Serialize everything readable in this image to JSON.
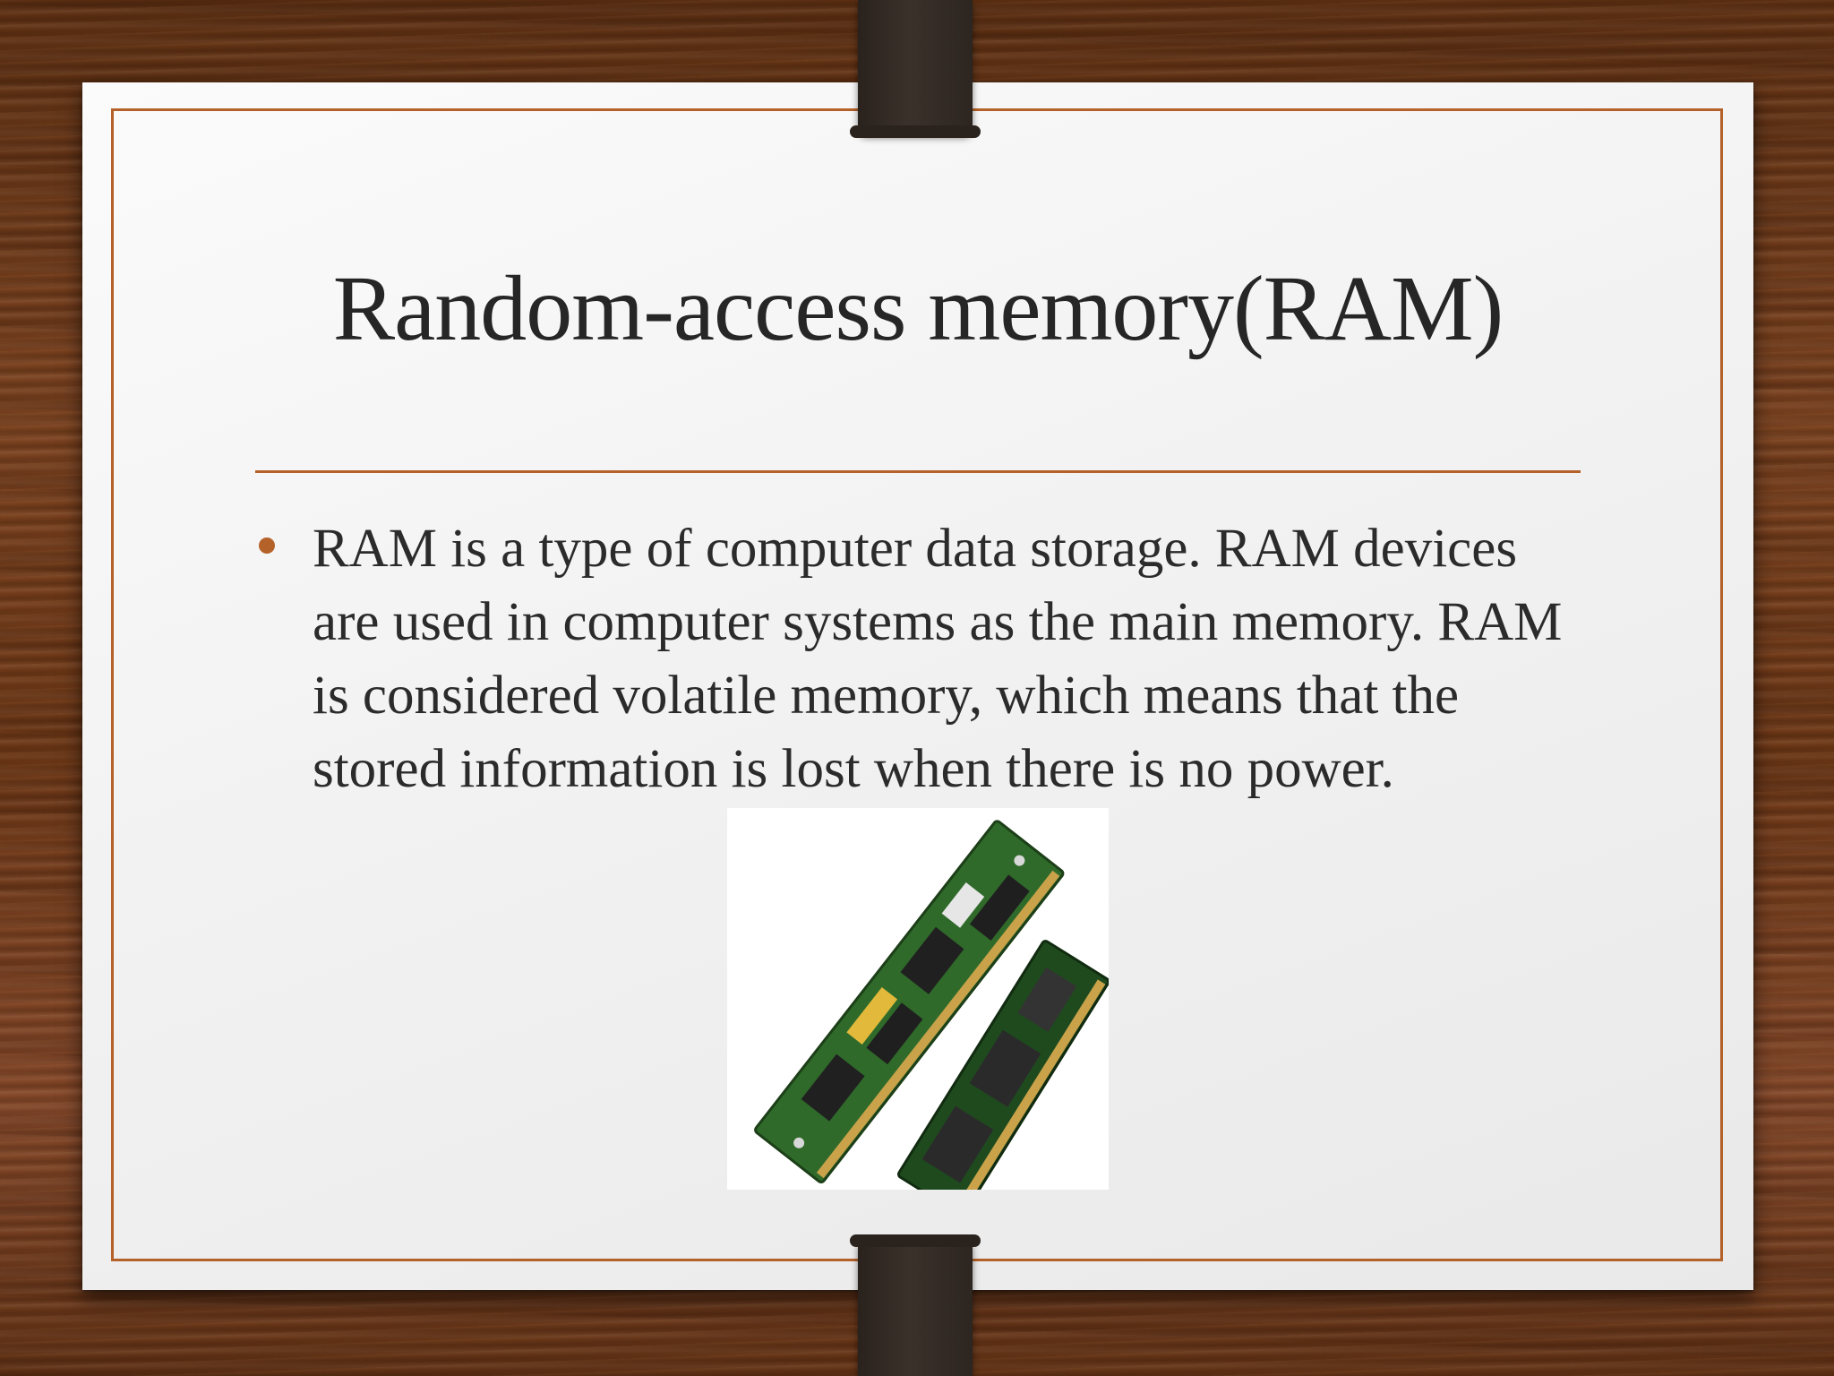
{
  "slide": {
    "title": "Random-access memory(RAM)",
    "bullets": [
      "RAM is a type of computer data storage. RAM devices are used in computer systems as the main memory. RAM is considered volatile memory, which means that the stored information is lost when there is no power."
    ]
  },
  "colors": {
    "accent": "#b5612a",
    "text": "#262626",
    "card": "#f2f2f2",
    "wood": "#6a3616",
    "strap": "#2d2520",
    "pcb_green": "#2f6a2a"
  },
  "image": {
    "name": "ram-modules-photo"
  }
}
